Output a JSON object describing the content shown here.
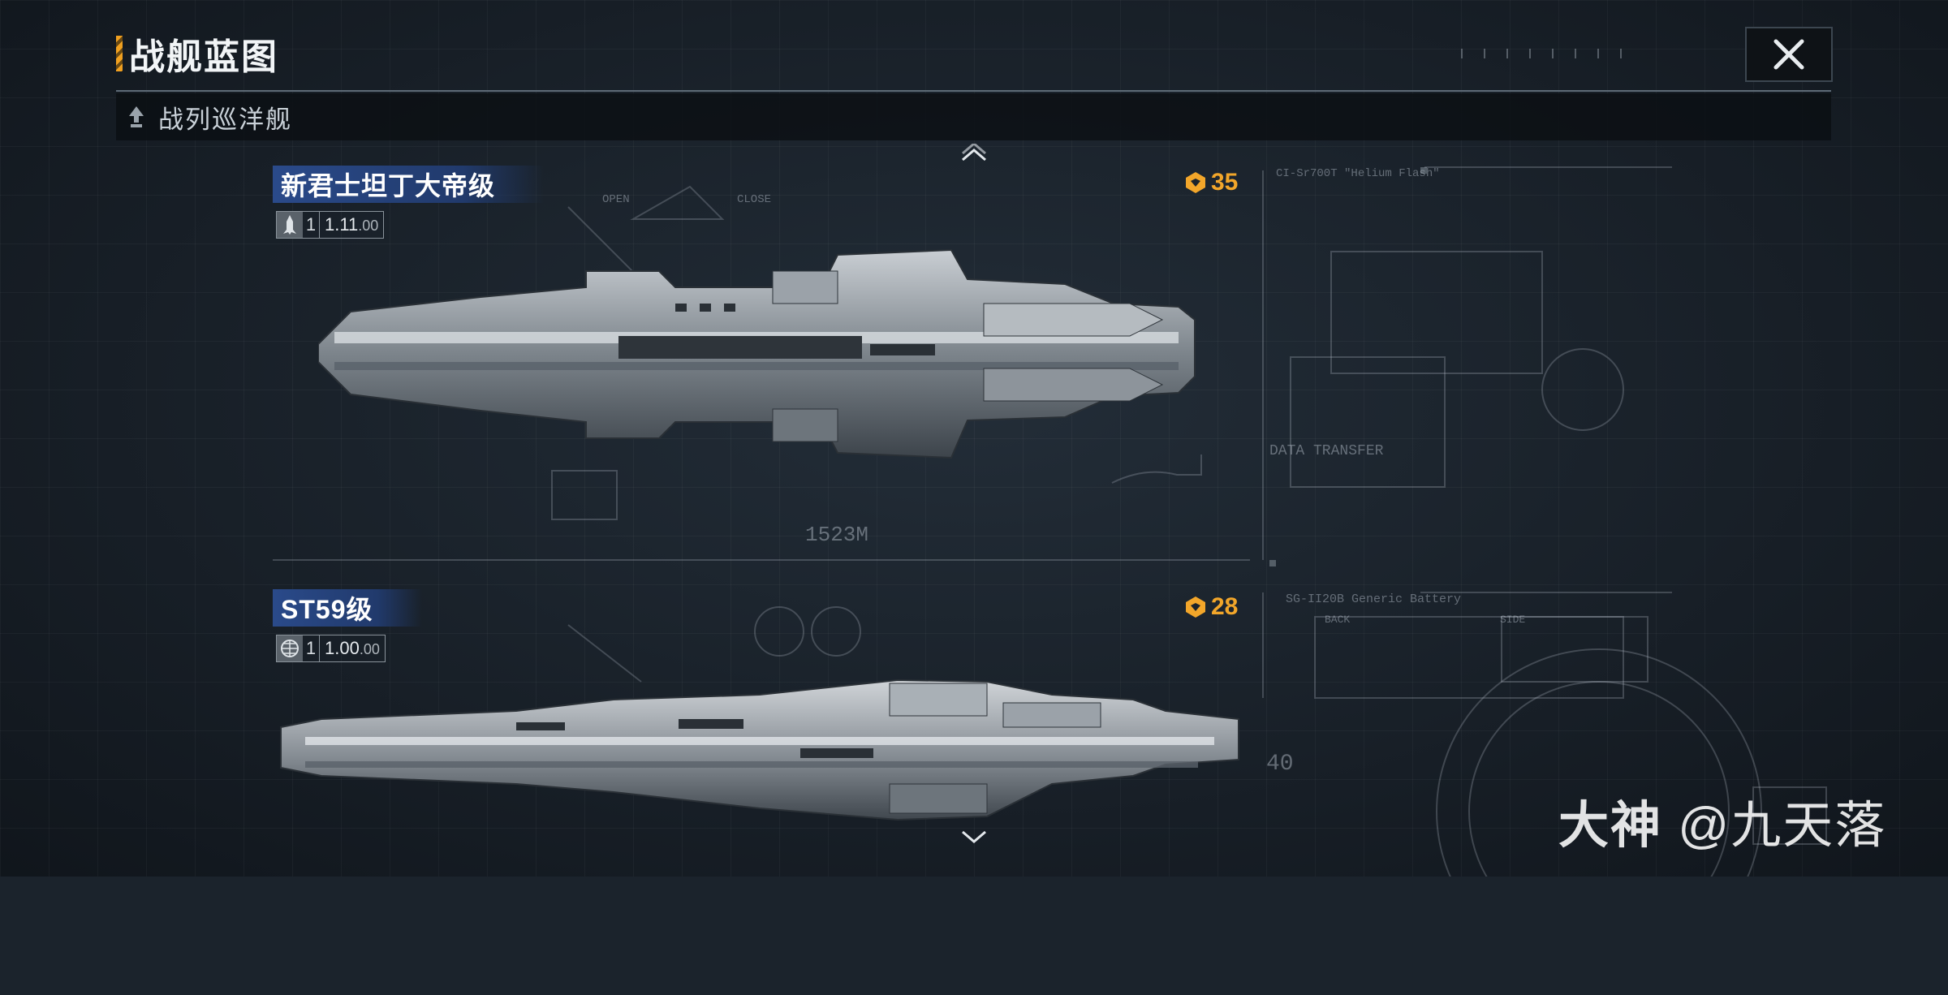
{
  "header": {
    "title": "战舰蓝图",
    "close_icon": "close-icon"
  },
  "category": {
    "label": "战列巡洋舰",
    "icon": "ship-class-icon"
  },
  "ships": [
    {
      "name": "新君士坦丁大帝级",
      "count": "1",
      "version": "1.11",
      "version_suffix": ".00",
      "type_icon": "rocket-icon",
      "cost": "35"
    },
    {
      "name": "ST59级",
      "count": "1",
      "version": "1.00",
      "version_suffix": ".00",
      "type_icon": "globe-icon",
      "cost": "28"
    }
  ],
  "blueprint_text": {
    "length": "1523M",
    "data_transfer": "DATA TRANSFER",
    "open": "OPEN",
    "close": "CLOSE",
    "module_a": "CI-Sr700T \"Helium Flash\"",
    "module_b": "SG-II20B Generic Battery",
    "back": "BACK",
    "side": "SIDE",
    "gauge": "40"
  },
  "watermark": {
    "brand": "大神",
    "handle": "@九天落"
  },
  "colors": {
    "accent": "#f2a62a",
    "name_tag": "#2a4a8a",
    "background": "#1b232c"
  }
}
